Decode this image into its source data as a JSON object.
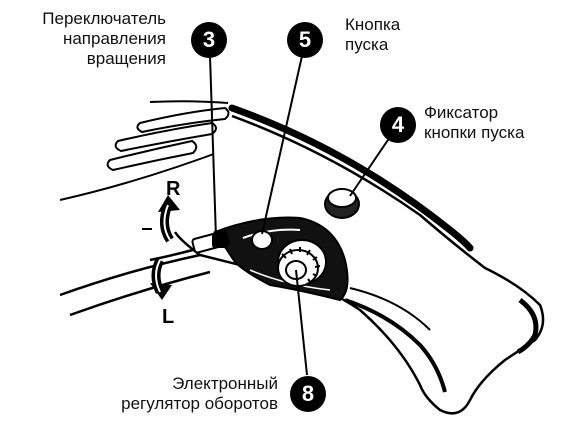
{
  "labels": {
    "direction_switch": [
      "Переключатель",
      "направления",
      "вращения"
    ],
    "start_button": [
      "Кнопка",
      "пуска"
    ],
    "start_lock": [
      "Фиксатор",
      "кнопки пуска"
    ],
    "speed_regulator": [
      "Электронный",
      "регулятор оборотов"
    ]
  },
  "callouts": {
    "direction_switch": "3",
    "start_button": "5",
    "start_lock": "4",
    "speed_regulator": "8"
  },
  "direction": {
    "forward": "R",
    "reverse": "L"
  },
  "colors": {
    "ink": "#000000",
    "background": "#ffffff"
  }
}
